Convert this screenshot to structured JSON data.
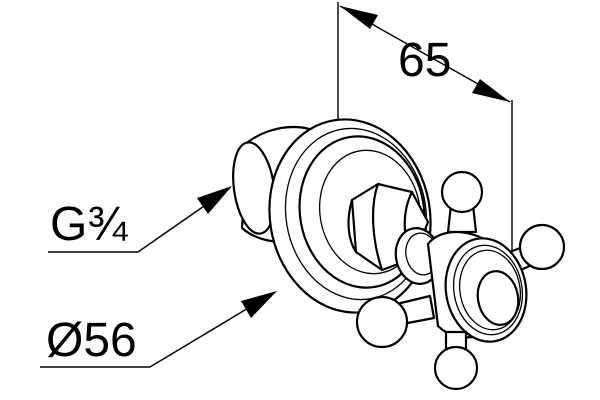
{
  "dimensions": {
    "length": "65",
    "thread": "G¾",
    "diameter": "Ø56"
  }
}
